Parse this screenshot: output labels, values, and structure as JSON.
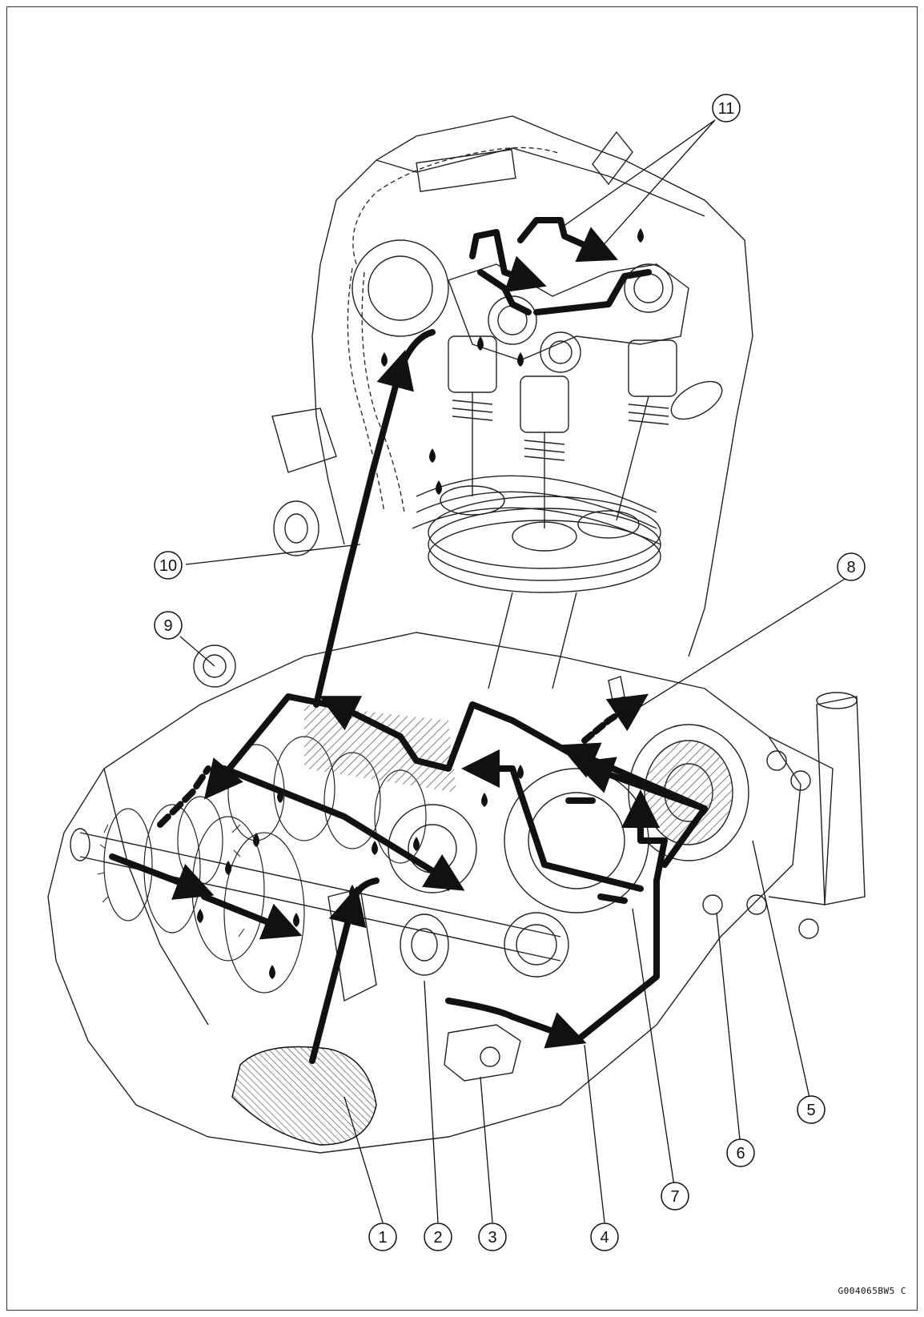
{
  "diagram": {
    "figure_code": "G004065BW5 C",
    "callouts": [
      {
        "id": "1",
        "label": "1"
      },
      {
        "id": "2",
        "label": "2"
      },
      {
        "id": "3",
        "label": "3"
      },
      {
        "id": "4",
        "label": "4"
      },
      {
        "id": "5",
        "label": "5"
      },
      {
        "id": "6",
        "label": "6"
      },
      {
        "id": "7",
        "label": "7"
      },
      {
        "id": "8",
        "label": "8"
      },
      {
        "id": "9",
        "label": "9"
      },
      {
        "id": "10",
        "label": "10"
      },
      {
        "id": "11",
        "label": "11"
      }
    ],
    "colors": {
      "ink": "#111111",
      "background": "#ffffff",
      "hatch": "#555555"
    }
  }
}
